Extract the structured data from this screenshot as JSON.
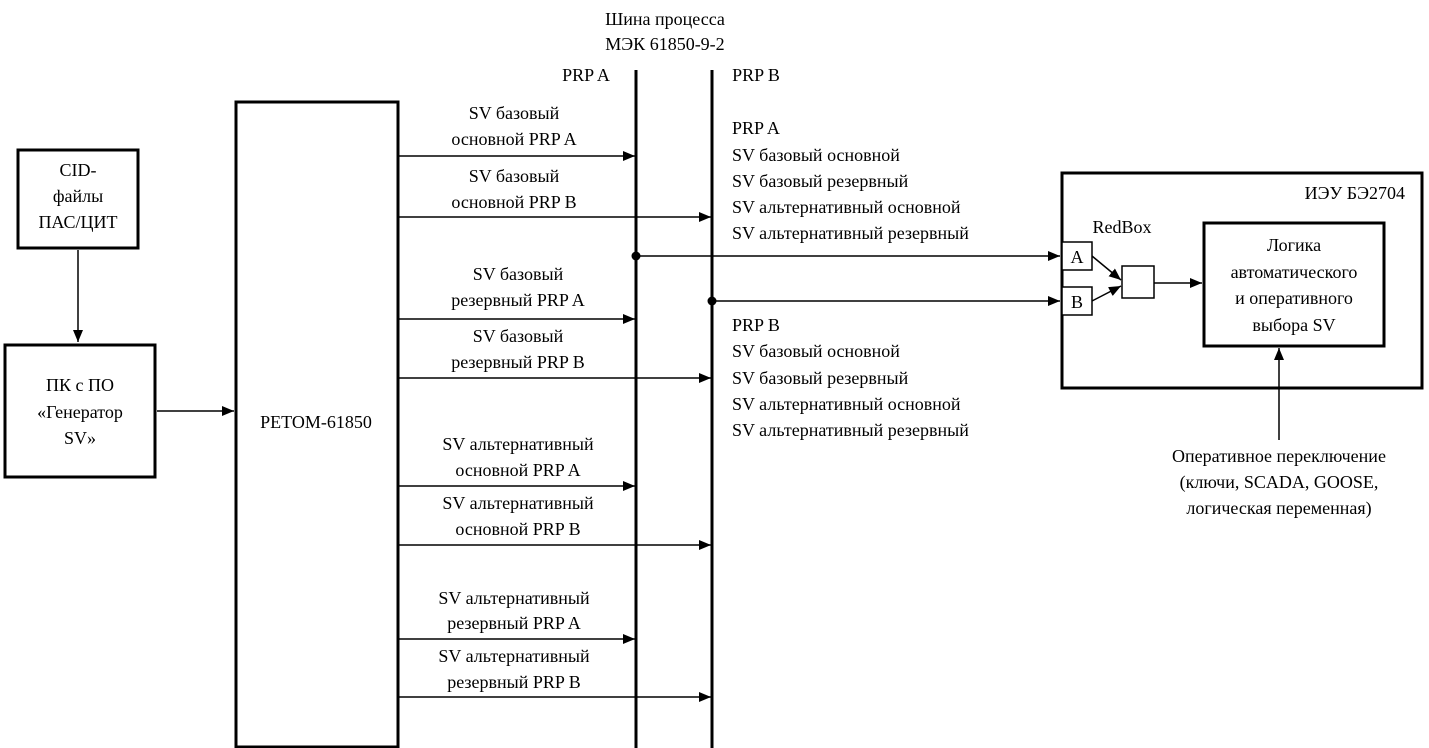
{
  "bus": {
    "title_line1": "Шина процесса",
    "title_line2": "МЭК 61850-9-2",
    "prp_a": "PRP A",
    "prp_b": "PRP B"
  },
  "cid_box": {
    "line1": "CID-",
    "line2": "файлы",
    "line3": "ПАС/ЦИТ"
  },
  "pc_box": {
    "line1": "ПК с ПО",
    "line2": "«Генератор",
    "line3": "SV»"
  },
  "retom_box": {
    "label": "РЕТОМ-61850"
  },
  "streams": [
    {
      "line1": "SV базовый",
      "line2": "основной PRP A"
    },
    {
      "line1": "SV базовый",
      "line2": "основной PRP B"
    },
    {
      "line1": "SV базовый",
      "line2": "резервный PRP A"
    },
    {
      "line1": "SV базовый",
      "line2": "резервный PRP B"
    },
    {
      "line1": "SV альтернативный",
      "line2": "основной PRP A"
    },
    {
      "line1": "SV альтернативный",
      "line2": "основной PRP B"
    },
    {
      "line1": "SV альтернативный",
      "line2": "резервный PRP A"
    },
    {
      "line1": "SV альтернативный",
      "line2": "резервный PRP B"
    }
  ],
  "prp_a_list": {
    "header": "PRP A",
    "items": [
      "SV базовый основной",
      "SV базовый резервный",
      "SV альтернативный основной",
      "SV альтернативный  резервный"
    ]
  },
  "prp_b_list": {
    "header": "PRP B",
    "items": [
      "SV базовый основной",
      "SV базовый резервный",
      "SV альтернативный основной",
      "SV альтернативный  резервный"
    ]
  },
  "ied": {
    "title": "ИЭУ БЭ2704",
    "redbox": "RedBox",
    "port_a": "A",
    "port_b": "B",
    "logic_line1": "Логика",
    "logic_line2": "автоматического",
    "logic_line3": "и оперативного",
    "logic_line4": "выбора SV"
  },
  "switching": {
    "line1": "Оперативное переключение",
    "line2": "(ключи, SCADA, GOOSE,",
    "line3": "логическая переменная)"
  }
}
